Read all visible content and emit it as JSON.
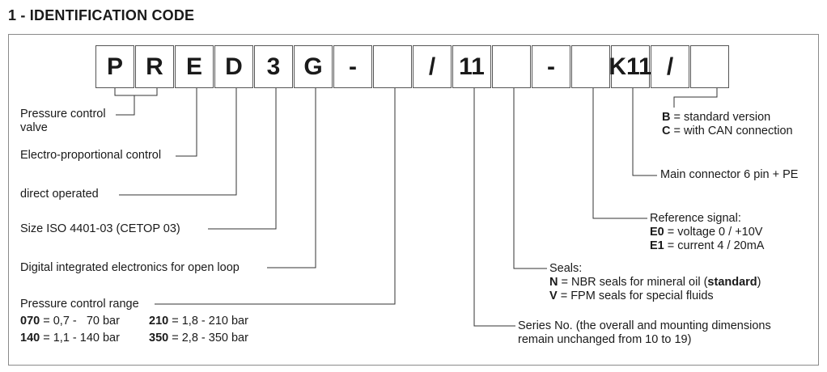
{
  "title": "1 - IDENTIFICATION CODE",
  "code_boxes": [
    "P",
    "R",
    "E",
    "D",
    "3",
    "G",
    "-",
    "",
    "/",
    "11",
    "",
    "-",
    "",
    "K11",
    "/",
    ""
  ],
  "labels": {
    "pressure_control_valve_1": "Pressure control",
    "pressure_control_valve_2": "valve",
    "electro": "Electro-proportional control",
    "direct": "direct operated",
    "size": "Size ISO 4401-03 (CETOP 03)",
    "digital": "Digital integrated electronics for open loop",
    "range_title": "Pressure control range",
    "range": [
      {
        "code": "070",
        "text": " = 0,7 -   70 bar"
      },
      {
        "code": "210",
        "text": " = 1,8 - 210 bar"
      },
      {
        "code": "140",
        "text": " = 1,1 - 140 bar"
      },
      {
        "code": "350",
        "text": " = 2,8 - 350 bar"
      }
    ],
    "version": [
      {
        "code": "B",
        "text": " = standard version"
      },
      {
        "code": "C",
        "text": " = with CAN connection"
      }
    ],
    "connector": "Main connector 6 pin + PE",
    "reference_title": "Reference signal:",
    "reference": [
      {
        "code": "E0",
        "text": " = voltage 0 / +10V"
      },
      {
        "code": "E1",
        "text": " = current 4 / 20mA"
      }
    ],
    "seals_title": "Seals:",
    "seals_n_code": "N",
    "seals_n_text": " = NBR seals for mineral oil (",
    "seals_n_std": "standard",
    "seals_n_close": ")",
    "seals_v_code": "V",
    "seals_v_text": " = FPM seals for special fluids",
    "series_1": "Series No. (the overall and mounting dimensions",
    "series_2": "remain unchanged from 10 to 19)"
  }
}
